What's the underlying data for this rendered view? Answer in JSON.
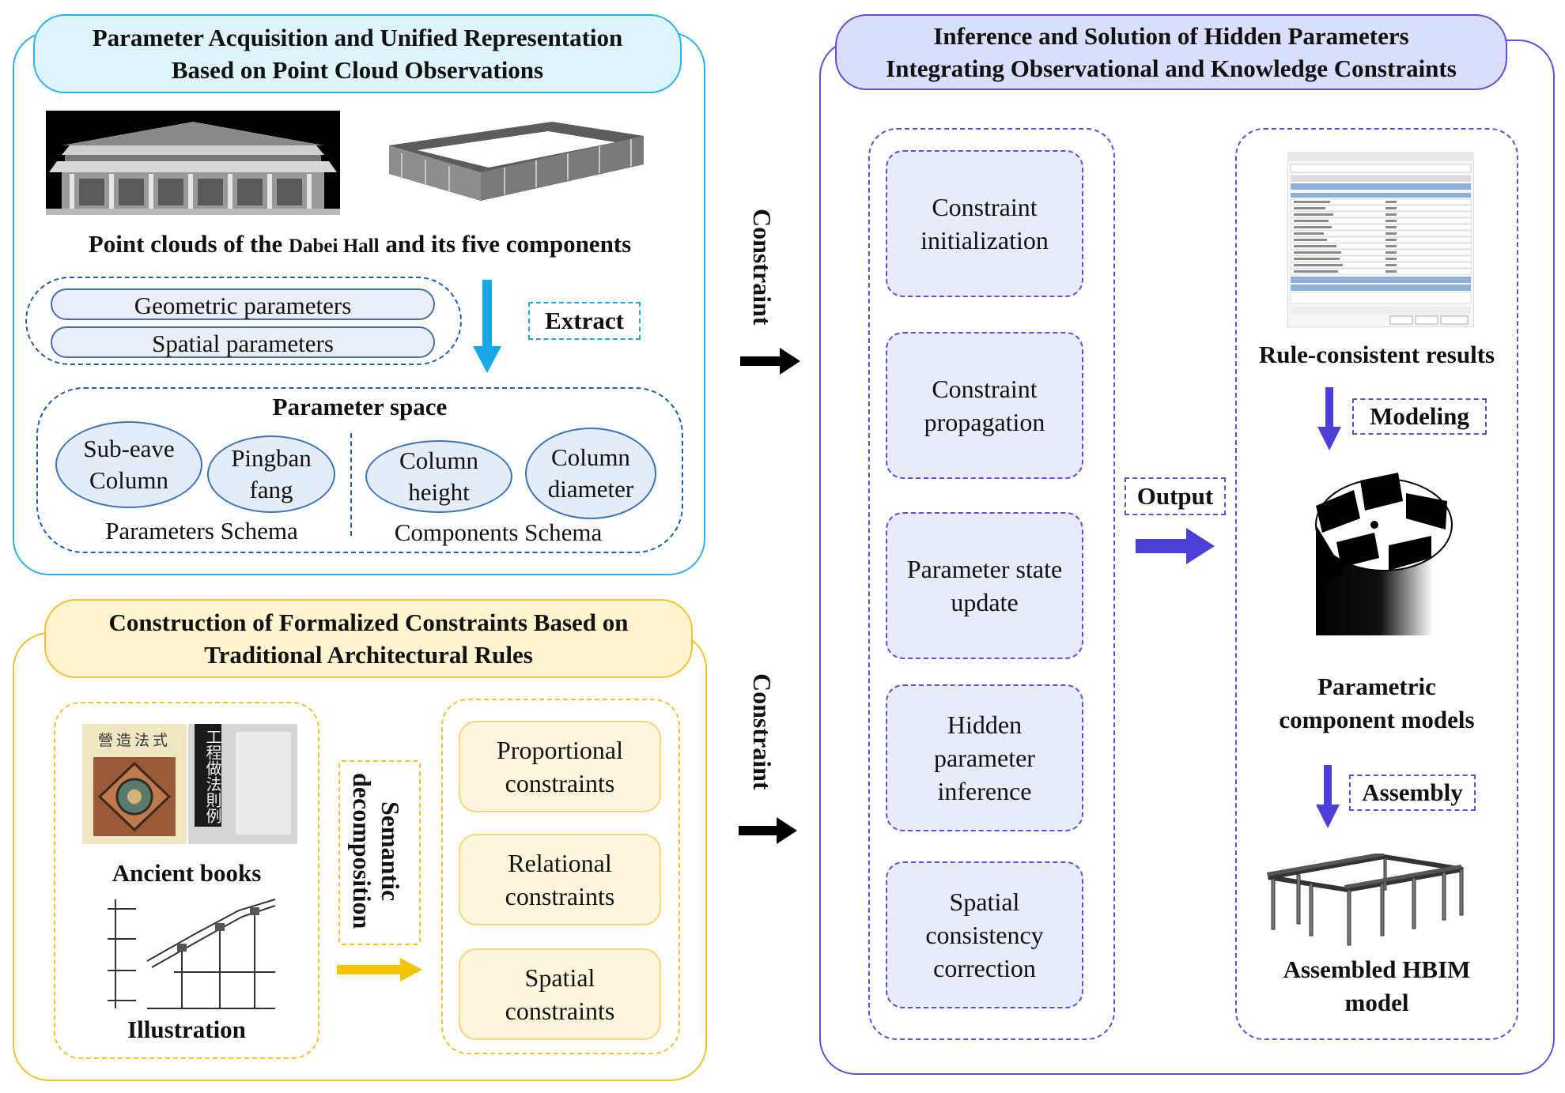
{
  "panels": {
    "acquisition": {
      "title": "Parameter Acquisition and Unified Representation\nBased on Point Cloud Observations"
    },
    "inference": {
      "title": "Inference and Solution of Hidden Parameters\nIntegrating Observational and Knowledge Constraints"
    },
    "construction": {
      "title": "Construction of Formalized Constraints Based on\nTraditional Architectural Rules"
    }
  },
  "acquisition": {
    "caption_prefix": "Point clouds of the ",
    "caption_name": "Dabei Hall",
    "caption_suffix": " and its five components",
    "geometric": "Geometric parameters",
    "spatial": "Spatial parameters",
    "extract": "Extract",
    "param_space": "Parameter space",
    "ellipses": [
      "Sub-eave\nColumn",
      "Pingban\nfang",
      "Column\nheight",
      "Column\ndiameter"
    ],
    "schema_params": "Parameters Schema",
    "schema_components": "Components Schema"
  },
  "construction": {
    "ancient_books": "Ancient books",
    "illustration": "Illustration",
    "semantic": "Semantic\ndecomposition",
    "constraints": [
      "Proportional\nconstraints",
      "Relational\nconstraints",
      "Spatial\nconstraints"
    ],
    "book_title_1": "營造法式",
    "book_title_2": "工程做法則例"
  },
  "connectors": {
    "constraint_top": "Constraint",
    "constraint_bottom": "Constraint",
    "output": "Output"
  },
  "inference": {
    "steps": [
      "Constraint\ninitialization",
      "Constraint\npropagation",
      "Parameter state\nupdate",
      "Hidden\nparameter\ninference",
      "Spatial\nconsistency\ncorrection"
    ],
    "rule_results": "Rule-consistent results",
    "modeling": "Modeling",
    "parametric": "Parametric\ncomponent models",
    "assembly": "Assembly",
    "hbim": "Assembled HBIM\nmodel"
  },
  "colors": {
    "cyan_border": "#2bb3e6",
    "cyan_fill": "#dff3fb",
    "blue_dash": "#1f5fa8",
    "purple_border": "#5b50d6",
    "purple_fill": "#d9defb",
    "yellow_border": "#f2c230",
    "yellow_fill": "#fdf3cf",
    "blue_arrow": "#1aa7e8",
    "purple_arrow": "#4b3fd6",
    "yellow_arrow": "#f5c400"
  }
}
